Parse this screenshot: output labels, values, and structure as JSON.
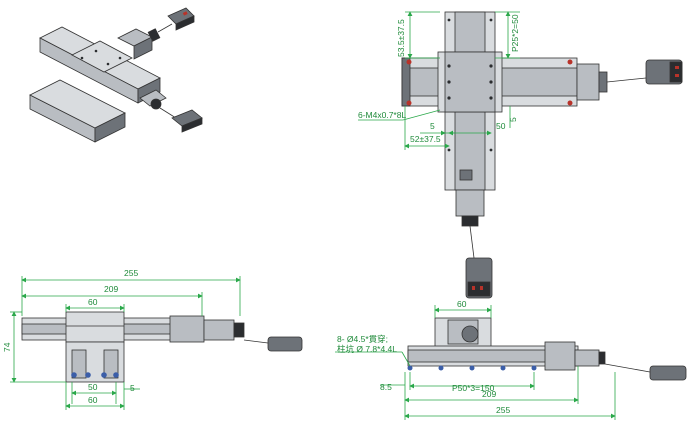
{
  "views": {
    "isometric": {},
    "top": {
      "dims": {
        "top_left_vert": "53.5±37.5",
        "top_right_vert": "P25*2=50",
        "thread_note": "6-M4x0.7*8L",
        "five_left": "5",
        "fifty_right": "50",
        "five_right": "5",
        "bottom_horiz": "52±37.5"
      }
    },
    "side": {
      "dims": {
        "total": "255",
        "stroke": "209",
        "carriage": "60",
        "height": "74",
        "mount_inner": "50",
        "mount_outer": "60",
        "offset": "5"
      }
    },
    "front": {
      "dims": {
        "carriage": "60",
        "hole_note_line1": "8- Ø4.5*貫穿;",
        "hole_note_line2": "柱坑 Ø 7.8*4.4L",
        "offset": "8.5",
        "pitch": "P50*3=150",
        "stroke": "209",
        "total": "255"
      }
    }
  },
  "colors": {
    "dimension": "#2aa84a",
    "outline": "#333333",
    "metal_light": "#d9dcdf",
    "metal_mid": "#b9bdc2",
    "screw_red": "#b8332a"
  }
}
